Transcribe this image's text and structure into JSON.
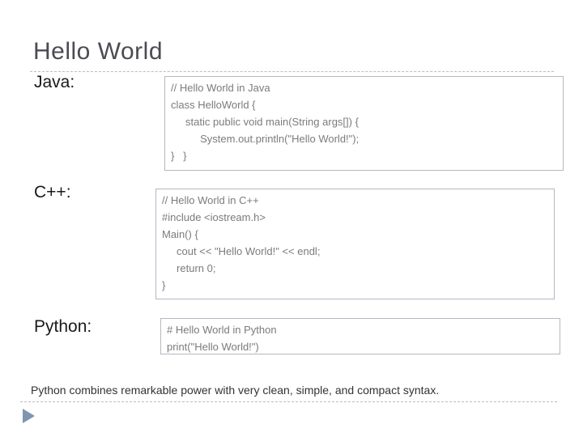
{
  "slide": {
    "title": "Hello World",
    "footer": "Python combines remarkable power with very clean, simple, and compact syntax."
  },
  "sections": [
    {
      "label": "Java:",
      "code": [
        "// Hello World in Java",
        "class HelloWorld {",
        "     static public void main(String args[]) {",
        "          System.out.println(\"Hello World!\");",
        "}   }"
      ]
    },
    {
      "label": "C++:",
      "code": [
        "// Hello World in C++",
        "#include <iostream.h>",
        "Main() {",
        "     cout << \"Hello World!\" << endl;",
        "     return 0;",
        "}"
      ]
    },
    {
      "label": "Python:",
      "code": [
        "# Hello World in Python",
        "print(\"Hello World!\")"
      ]
    }
  ],
  "icons": {
    "next_arrow": "play-triangle-icon"
  },
  "colors": {
    "title": "#4b4c53",
    "label": "#1a1a1a",
    "code_text": "#7b7b7b",
    "code_border": "#b2bac2",
    "divider": "#bdbdbd",
    "next_arrow": "#7e96b2"
  }
}
